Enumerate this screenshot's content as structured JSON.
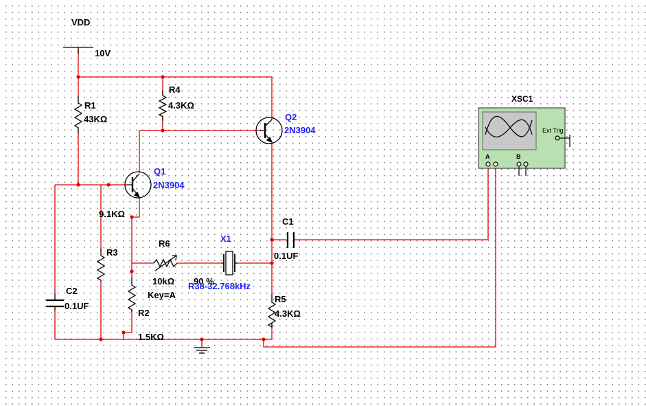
{
  "labels": {
    "vdd": "VDD",
    "vdd_value": "10V",
    "r1_ref": "R1",
    "r1_value": "43KΩ",
    "r4_ref": "R4",
    "r4_value": "4.3KΩ",
    "q2_ref": "Q2",
    "q2_model": "2N3904",
    "q1_ref": "Q1",
    "q1_model": "2N3904",
    "node_9k1": "9.1KΩ",
    "r3_ref": "R3",
    "r6_ref": "R6",
    "r6_value": "10kΩ",
    "r6_key": "Key=A",
    "r6_percent": "90 %",
    "x1_ref": "X1",
    "x1_model": "R38-32.768kHz",
    "c1_ref": "C1",
    "c1_value": "0.1UF",
    "c2_ref": "C2",
    "c2_value": "0.1UF",
    "r2_ref": "R2",
    "r2_value": "1.5KΩ",
    "r5_ref": "R5",
    "r5_value": "4.3KΩ"
  },
  "oscilloscope": {
    "ref": "XSC1",
    "ext_trig": "Ext Trig",
    "ch_a": "A",
    "ch_b": "B"
  },
  "colors": {
    "wire": "#e00000",
    "component": "#000000",
    "ref_text": "#1f1fff",
    "scope_body": "#b8e0b0",
    "scope_screen": "#c8c8c8"
  }
}
